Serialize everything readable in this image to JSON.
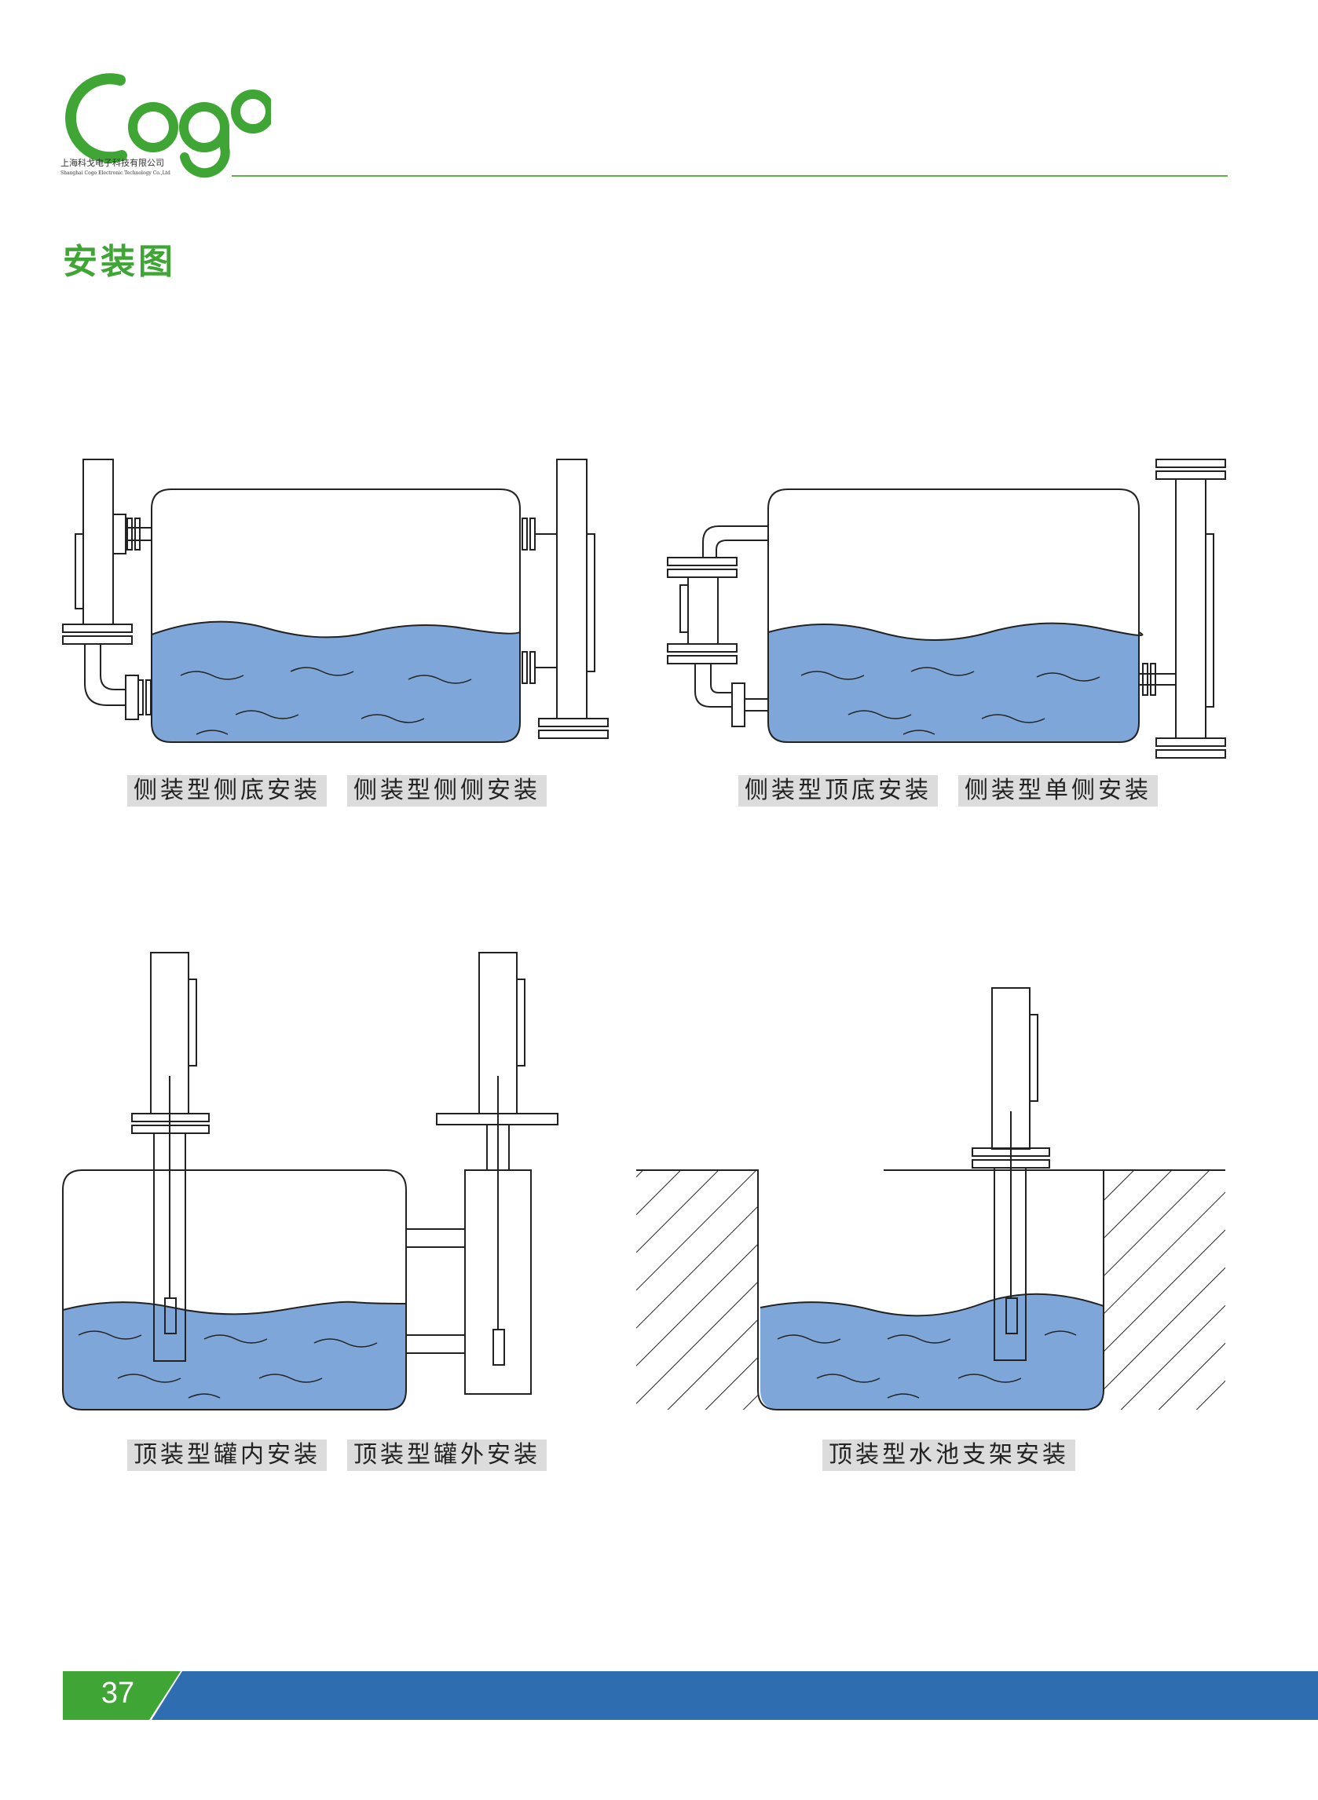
{
  "header": {
    "logo_text": "Cogo",
    "company_cn": "上海科戈电子科技有限公司",
    "company_en": "Shanghai Cogo Electronic Technology Co.,Ltd",
    "brand_color": "#3fa535"
  },
  "section_title": "安装图",
  "diagram_labels": {
    "side_bottom": "侧装型侧底安装",
    "side_side": "侧装型侧侧安装",
    "top_bottom": "侧装型顶底安装",
    "single_side": "侧装型单侧安装",
    "top_in_tank": "顶装型罐内安装",
    "top_out_tank": "顶装型罐外安装",
    "top_pool_bracket": "顶装型水池支架安装"
  },
  "colors": {
    "water": "#7ea6d8",
    "footer_green": "#3fa535",
    "footer_blue": "#2e6db0"
  },
  "footer": {
    "page_number": "37"
  }
}
